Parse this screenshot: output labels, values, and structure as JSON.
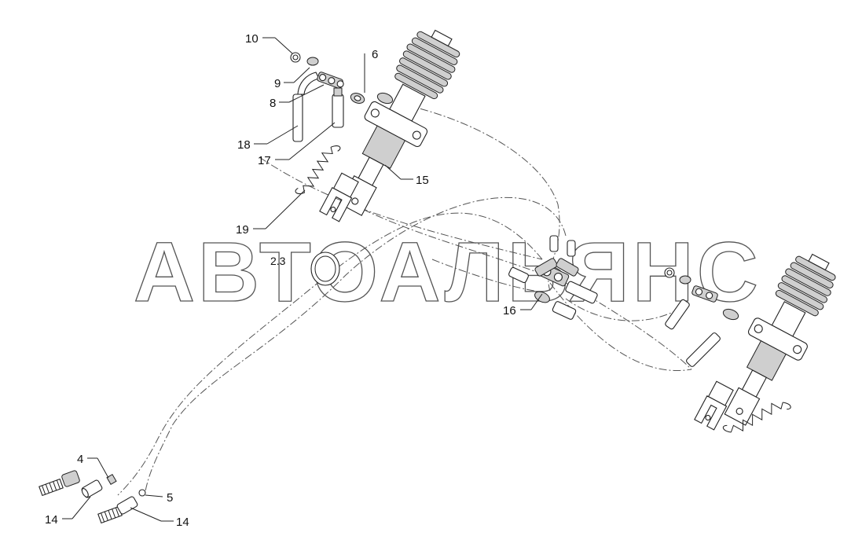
{
  "watermark": "АВТОАЛЬЯНС",
  "section_ref": "2.3",
  "callouts": {
    "c10": "10",
    "c9": "9",
    "c8": "8",
    "c6": "6",
    "c18": "18",
    "c17": "17",
    "c15": "15",
    "c19": "19",
    "c16": "16",
    "c4": "4",
    "c5": "5",
    "c14a": "14",
    "c14b": "14"
  }
}
